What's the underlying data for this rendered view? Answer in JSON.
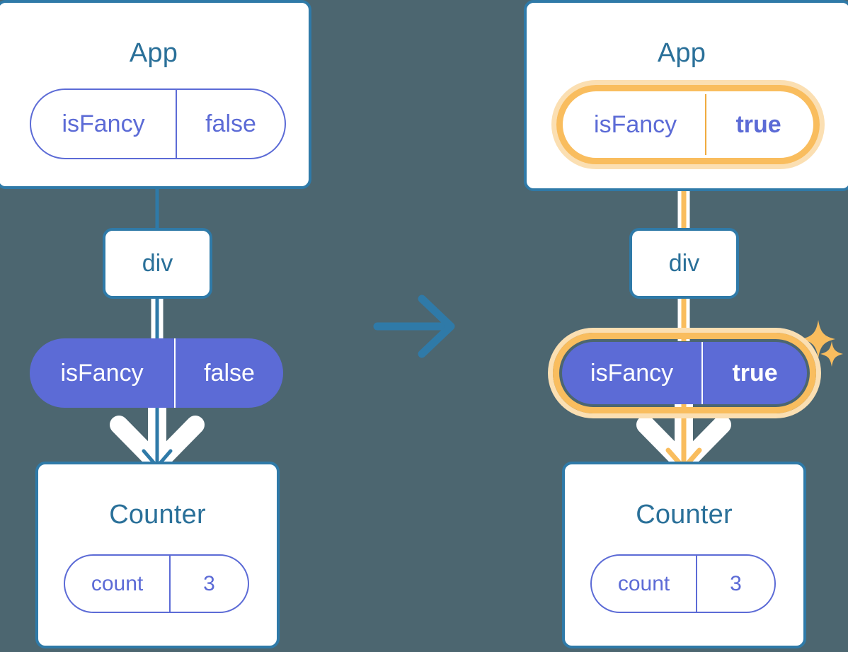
{
  "theme": {
    "background": "#4c6670",
    "box_border": "#2f7aa8",
    "title_text": "#2a7099",
    "pill_purple": "#5c6bd6",
    "highlight_orange": "#f9bd5e",
    "highlight_orange_soft": "#fbdfb2",
    "wire_blue": "#2f7aa8",
    "wire_white": "#ffffff"
  },
  "transition_arrow": {
    "icon": "arrow-right-icon",
    "color": "#2f7aa8"
  },
  "panels": [
    {
      "id": "before",
      "app": {
        "title": "App",
        "state": {
          "key": "isFancy",
          "value": "false",
          "highlighted": false,
          "bold_value": false
        }
      },
      "div": {
        "label": "div"
      },
      "prop": {
        "key": "isFancy",
        "value": "false",
        "highlighted": false,
        "bold_value": false
      },
      "counter": {
        "title": "Counter",
        "state": {
          "key": "count",
          "value": "3",
          "highlighted": false,
          "bold_value": false
        }
      },
      "wire_color": "#2f7aa8",
      "sparkles": false
    },
    {
      "id": "after",
      "app": {
        "title": "App",
        "state": {
          "key": "isFancy",
          "value": "true",
          "highlighted": true,
          "bold_value": true
        }
      },
      "div": {
        "label": "div"
      },
      "prop": {
        "key": "isFancy",
        "value": "true",
        "highlighted": true,
        "bold_value": true
      },
      "counter": {
        "title": "Counter",
        "state": {
          "key": "count",
          "value": "3",
          "highlighted": false,
          "bold_value": false
        }
      },
      "wire_color": "#f9bd5e",
      "sparkles": true
    }
  ]
}
